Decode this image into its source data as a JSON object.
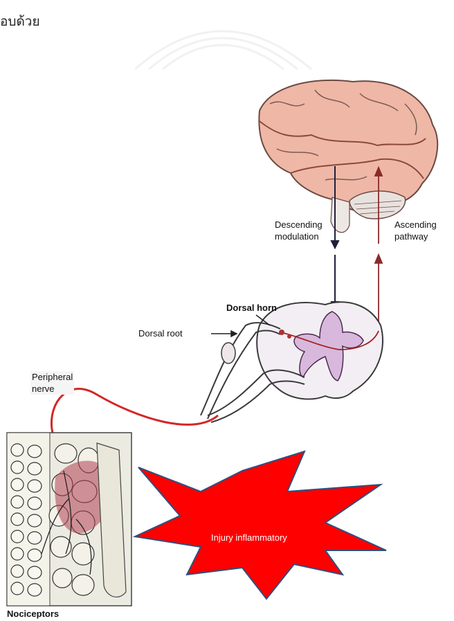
{
  "header_text": "อบด้วย",
  "labels": {
    "descending": [
      "Descending",
      "modulation"
    ],
    "ascending": [
      "Ascending",
      "pathway"
    ],
    "dorsal_horn": "Dorsal horn",
    "dorsal_root": "Dorsal root",
    "peripheral": [
      "Peripheral",
      "nerve"
    ],
    "nociceptors": "Nociceptors",
    "injury": "Injury inflammatory"
  }
}
